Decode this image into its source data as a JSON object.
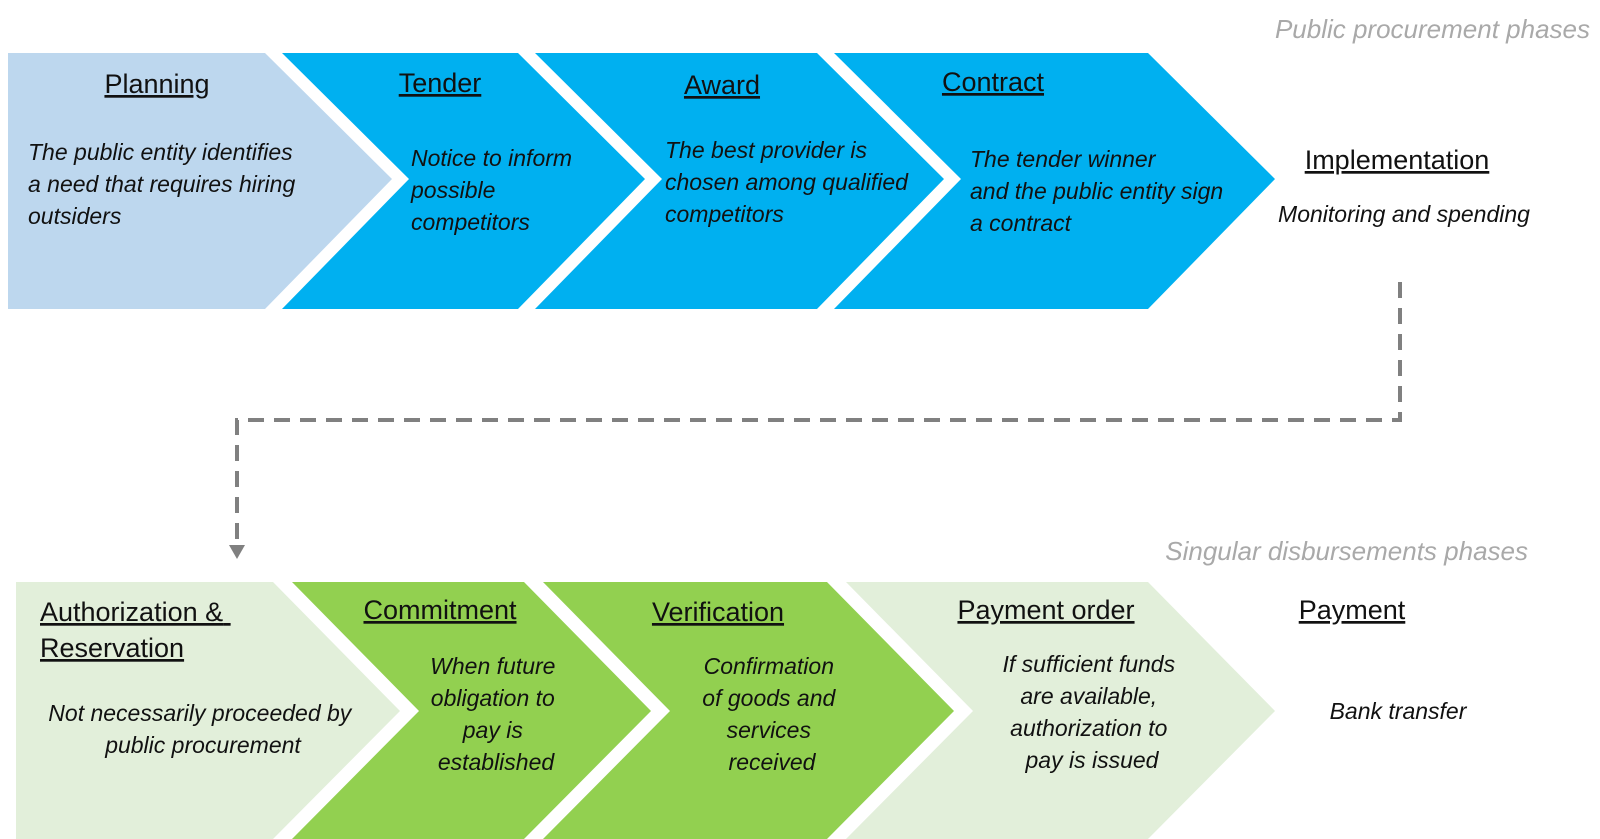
{
  "colors": {
    "light_blue": "#bdd7ee",
    "bright_blue": "#00b0f0",
    "light_green": "#e2efda",
    "bright_green": "#92d050",
    "connector": "#808080",
    "label": "#a9a9a9",
    "text": "#111111"
  },
  "procurement": {
    "label": "Public procurement phases",
    "phases": [
      {
        "title": "Planning",
        "desc": [
          "The public entity identifies",
          "a need that requires hiring",
          "outsiders"
        ]
      },
      {
        "title": "Tender",
        "desc": [
          "Notice to inform",
          "possible",
          "competitors"
        ]
      },
      {
        "title": "Award",
        "desc": [
          "The best provider is",
          "chosen among qualified",
          "competitors"
        ]
      },
      {
        "title": "Contract",
        "desc": [
          "The tender winner",
          "and the public entity sign",
          "a contract"
        ]
      }
    ],
    "final": {
      "title": "Implementation",
      "desc": "Monitoring and spending"
    }
  },
  "disbursement": {
    "label": "Singular disbursements phases",
    "phases": [
      {
        "title": [
          "Authorization &",
          "Reservation"
        ],
        "desc": [
          "Not necessarily proceeded by",
          "public procurement"
        ]
      },
      {
        "title": [
          "Commitment"
        ],
        "desc": [
          "When future",
          "obligation to",
          "pay is",
          "established"
        ]
      },
      {
        "title": [
          "Verification"
        ],
        "desc": [
          "Confirmation",
          "of goods and",
          "services",
          "received"
        ]
      },
      {
        "title": [
          "Payment order"
        ],
        "desc": [
          "If sufficient funds",
          "are available,",
          "authorization to",
          "pay is issued"
        ]
      }
    ],
    "final": {
      "title": "Payment",
      "desc": "Bank transfer"
    }
  }
}
